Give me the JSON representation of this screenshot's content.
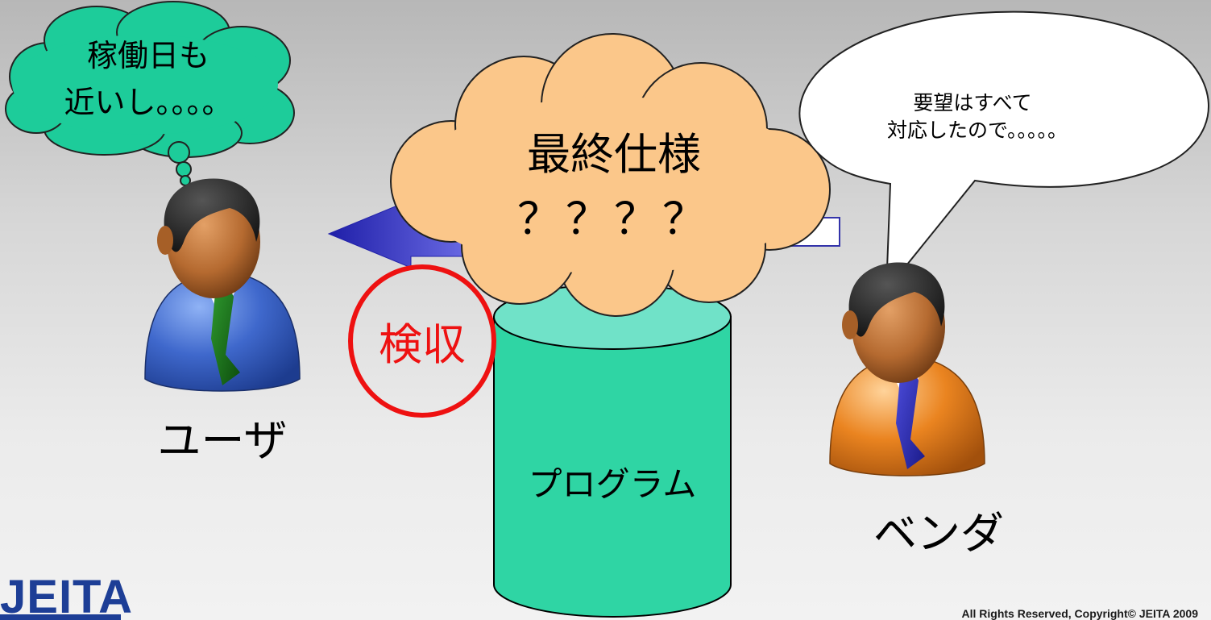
{
  "thought_bubble": {
    "line1": "稼働日も",
    "line2": "近いし。。。。"
  },
  "center_cloud": {
    "line1": "最終仕様",
    "line2": "？？？？"
  },
  "speech_bubble": {
    "line1": "要望はすべて",
    "line2": "対応したので。。。。。"
  },
  "actors": {
    "user_label": "ユーザ",
    "vendor_label": "ベンダ"
  },
  "acceptance_label": "検収",
  "program_label": "プログラム",
  "logo": {
    "text": "JEITA",
    "color": "#1d3e96"
  },
  "copyright": "All Rights Reserved, Copyright© JEITA 2009",
  "colors": {
    "cloud_green": "#1dcc9a",
    "cloud_orange": "#fbc78a",
    "cylinder": "#2ed5a3",
    "cylinder_top": "#6fe2c6",
    "accept_red": "#ee1111",
    "arrow_blue": "#2222bb",
    "user_suit": "#3a64c8",
    "vendor_suit": "#e27a1c"
  }
}
